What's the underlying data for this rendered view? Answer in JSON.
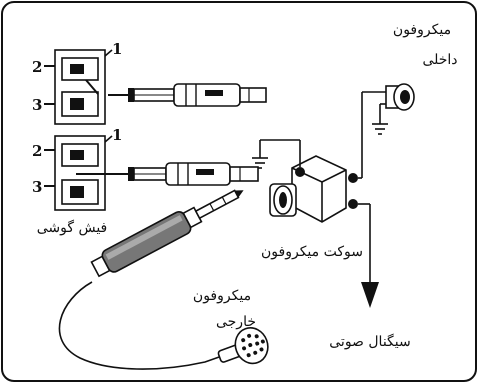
{
  "labels": {
    "internal_mic_line1": "میکروفون",
    "internal_mic_line2": "داخلی",
    "headphone_plug": "فیش گوشی",
    "mic_socket": "سوکت میکروفون",
    "external_mic_line1": "میکروفون",
    "external_mic_line2": "خارجی",
    "audio_signal": "سیگنال صوتی"
  },
  "pins": {
    "top_pin1": "1",
    "top_pin2": "2",
    "top_pin3": "3",
    "bottom_pin1": "1",
    "bottom_pin2": "2",
    "bottom_pin3": "3"
  }
}
